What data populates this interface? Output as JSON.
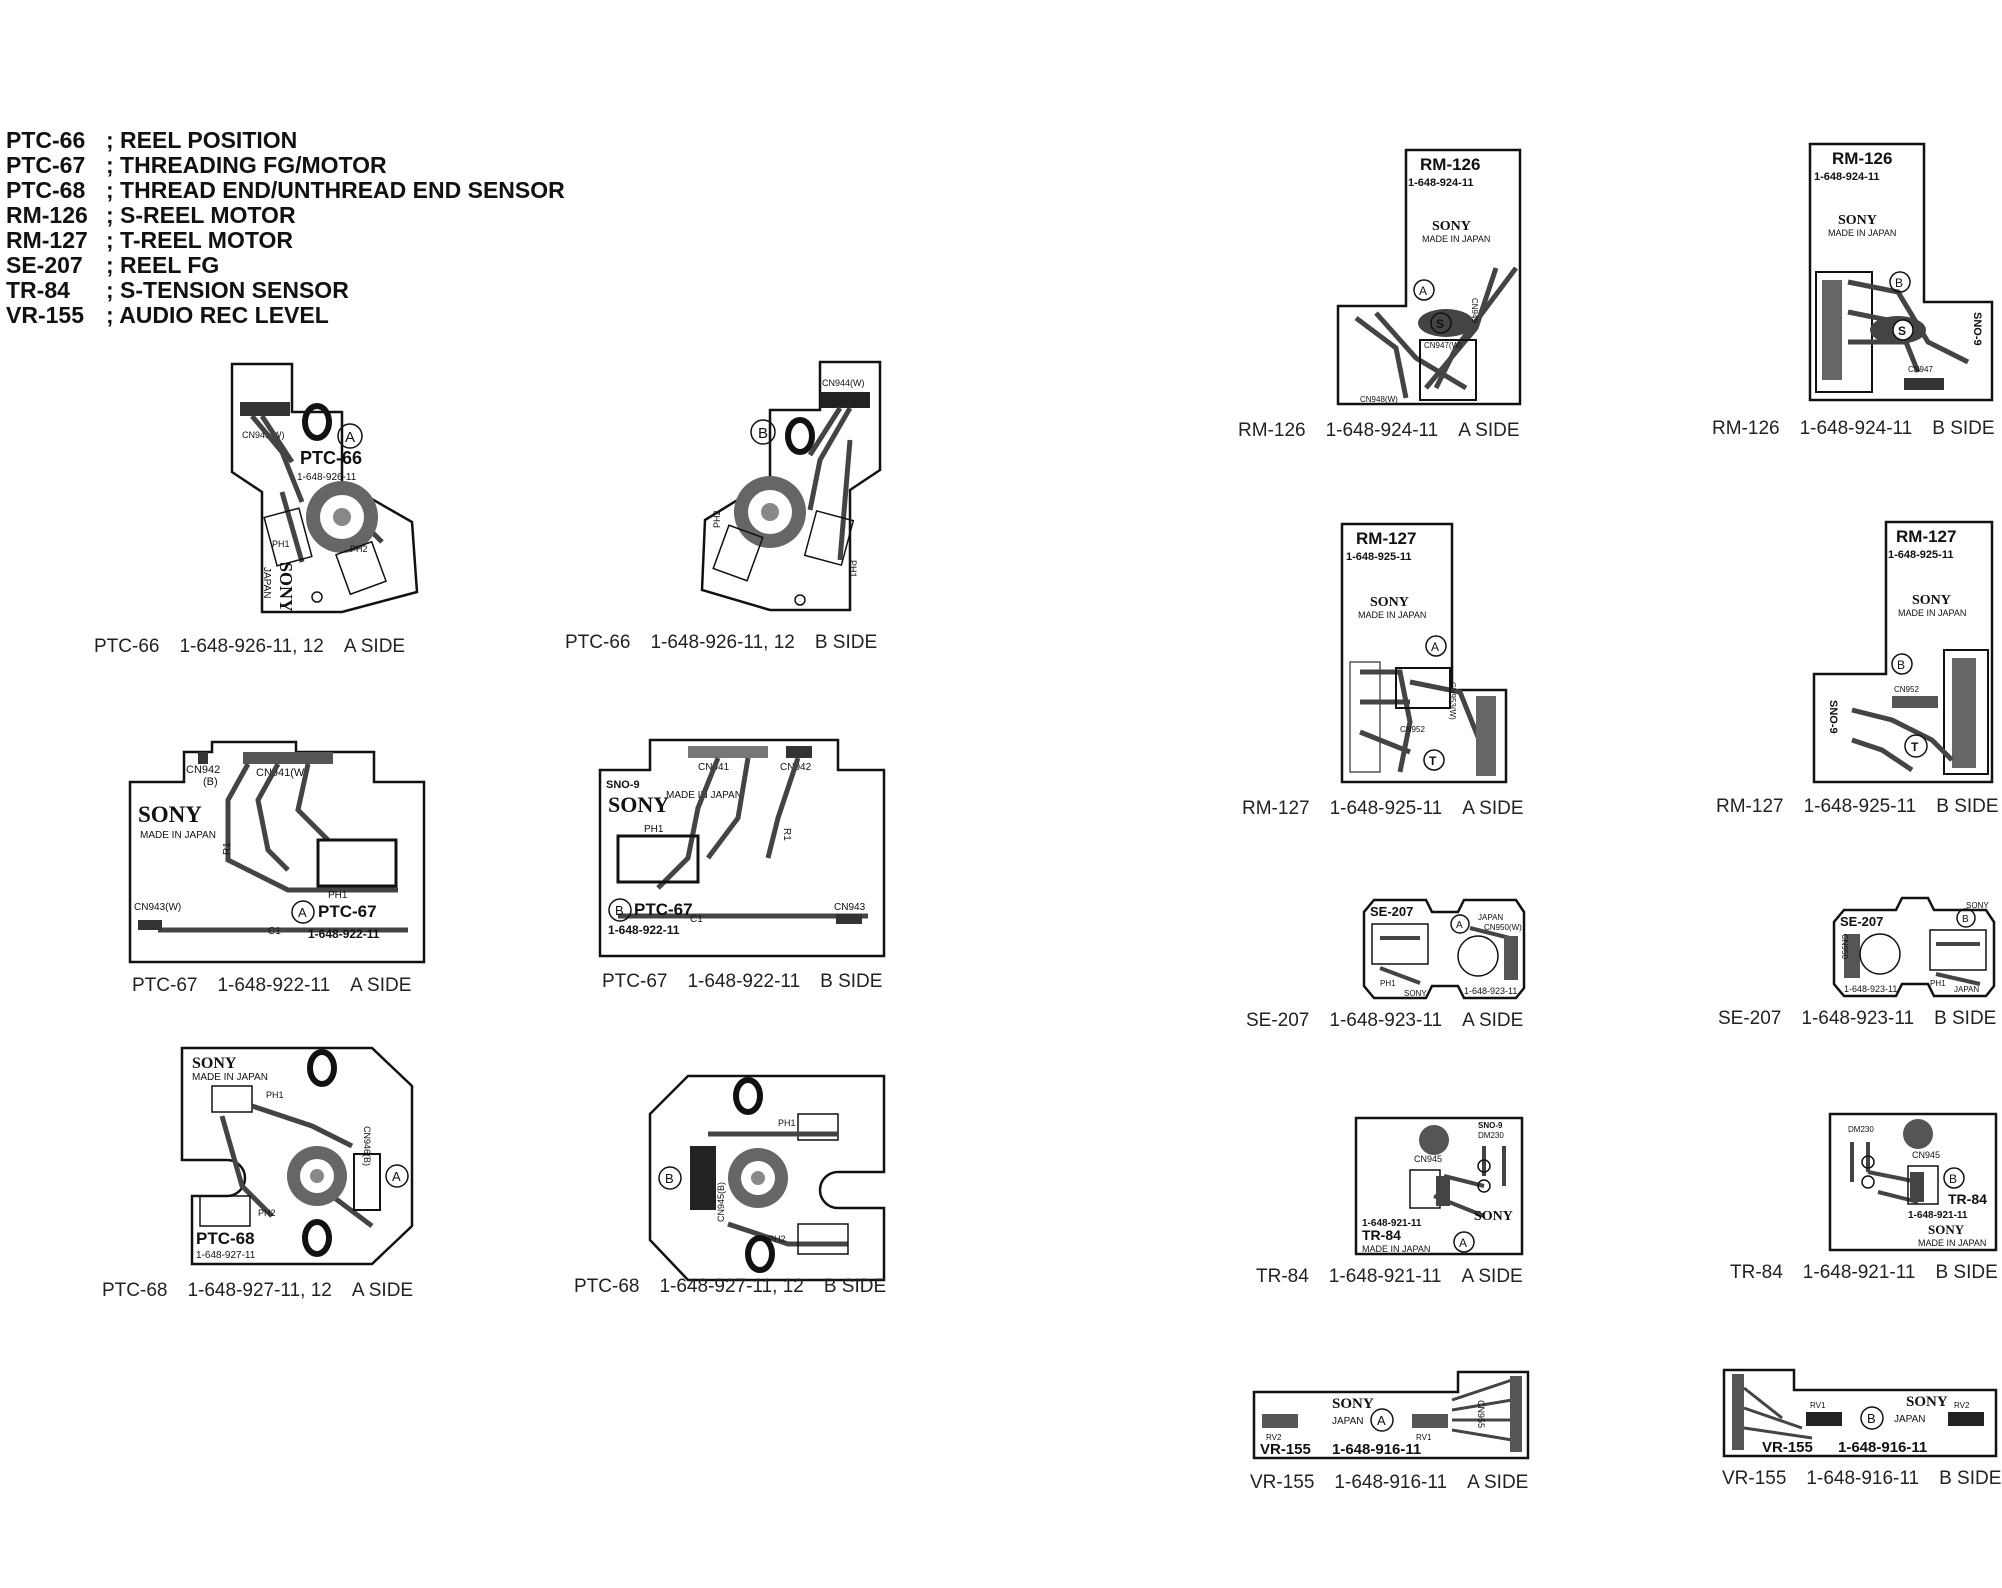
{
  "legend": [
    {
      "code": "PTC-66",
      "desc": "; REEL POSITION"
    },
    {
      "code": "PTC-67",
      "desc": "; THREADING FG/MOTOR"
    },
    {
      "code": "PTC-68",
      "desc": "; THREAD END/UNTHREAD END SENSOR"
    },
    {
      "code": "RM-126",
      "desc": "; S-REEL MOTOR"
    },
    {
      "code": "RM-127",
      "desc": "; T-REEL MOTOR"
    },
    {
      "code": "SE-207",
      "desc": "; REEL FG"
    },
    {
      "code": "TR-84",
      "desc": "; S-TENSION SENSOR"
    },
    {
      "code": "VR-155",
      "desc": "; AUDIO REC LEVEL"
    }
  ],
  "boards": {
    "ptc66a": {
      "caption": {
        "name": "PTC-66",
        "part": "1-648-926-11, 12",
        "side": "A SIDE"
      },
      "labels": {
        "title": "PTC-66",
        "part": "1-648-926-11",
        "side": "A",
        "sony": "SONY",
        "japan": "JAPAN",
        "cn": "CN941(W)",
        "ph1": "PH1",
        "ph2": "PH2"
      }
    },
    "ptc66b": {
      "caption": {
        "name": "PTC-66",
        "part": "1-648-926-11, 12",
        "side": "B SIDE"
      },
      "labels": {
        "side": "B",
        "cn": "CN944(W)",
        "ph1": "PH1",
        "ph2": "PH2"
      }
    },
    "ptc67a": {
      "caption": {
        "name": "PTC-67",
        "part": "1-648-922-11",
        "side": "A SIDE"
      },
      "labels": {
        "title": "PTC-67",
        "part": "1-648-922-11",
        "side": "A",
        "sony": "SONY",
        "made": "MADE IN JAPAN",
        "cn942": "CN942",
        "cn942b": "(B)",
        "cn941": "CN941(W)",
        "cn943": "CN943(W)",
        "r1": "R1",
        "ph1": "PH1",
        "c1": "C1"
      }
    },
    "ptc67b": {
      "caption": {
        "name": "PTC-67",
        "part": "1-648-922-11",
        "side": "B SIDE"
      },
      "labels": {
        "title": "PTC-67",
        "part": "1-648-922-11",
        "side": "B",
        "sony": "SONY",
        "made": "MADE IN JAPAN",
        "sno": "SNO-9",
        "cn941": "CN941",
        "cn942": "CN942",
        "cn943": "CN943",
        "r1": "R1",
        "ph1": "PH1",
        "c1": "C1"
      }
    },
    "ptc68a": {
      "caption": {
        "name": "PTC-68",
        "part": "1-648-927-11, 12",
        "side": "A SIDE"
      },
      "labels": {
        "title": "PTC-68",
        "part": "1-648-927-11",
        "side": "A",
        "sony": "SONY",
        "made": "MADE IN JAPAN",
        "ph1": "PH1",
        "ph2": "PH2",
        "cn": "CN946(B)"
      }
    },
    "ptc68b": {
      "caption": {
        "name": "PTC-68",
        "part": "1-648-927-11, 12",
        "side": "B SIDE"
      },
      "labels": {
        "side": "B",
        "ph1": "PH1",
        "ph2": "PH2",
        "cn": "CN945(B)"
      }
    },
    "rm126a": {
      "caption": {
        "name": "RM-126",
        "part": "1-648-924-11",
        "side": "A SIDE"
      },
      "labels": {
        "title": "RM-126",
        "part": "1-648-924-11",
        "sony": "SONY",
        "made": "MADE IN JAPAN",
        "side": "A",
        "mark": "S",
        "cn947": "CN947(W)",
        "cn948": "CN948(W)",
        "cn949": "CN949"
      }
    },
    "rm126b": {
      "caption": {
        "name": "RM-126",
        "part": "1-648-924-11",
        "side": "B SIDE"
      },
      "labels": {
        "title": "RM-126",
        "part": "1-648-924-11",
        "sony": "SONY",
        "made": "MADE IN JAPAN",
        "side": "B",
        "mark": "S",
        "sno": "SNO-9",
        "cn947": "CN947"
      }
    },
    "rm127a": {
      "caption": {
        "name": "RM-127",
        "part": "1-648-925-11",
        "side": "A SIDE"
      },
      "labels": {
        "title": "RM-127",
        "part": "1-648-925-11",
        "sony": "SONY",
        "made": "MADE IN JAPAN",
        "side": "A",
        "mark": "T",
        "cn952": "CN952",
        "cn953": "CN953(W)"
      }
    },
    "rm127b": {
      "caption": {
        "name": "RM-127",
        "part": "1-648-925-11",
        "side": "B SIDE"
      },
      "labels": {
        "title": "RM-127",
        "part": "1-648-925-11",
        "sony": "SONY",
        "made": "MADE IN JAPAN",
        "side": "B",
        "mark": "T",
        "sno": "SNO-9",
        "cn952": "CN952"
      }
    },
    "se207a": {
      "caption": {
        "name": "SE-207",
        "part": "1-648-923-11",
        "side": "A SIDE"
      },
      "labels": {
        "title": "SE-207",
        "part": "1-648-923-11",
        "side": "A",
        "sony": "SONY",
        "japan": "JAPAN",
        "cn": "CN950(W)",
        "ph1": "PH1"
      }
    },
    "se207b": {
      "caption": {
        "name": "SE-207",
        "part": "1-648-923-11",
        "side": "B SIDE"
      },
      "labels": {
        "title": "SE-207",
        "part": "1-648-923-11",
        "side": "B",
        "sony": "SONY",
        "japan": "JAPAN",
        "cn": "CN950",
        "ph1": "PH1"
      }
    },
    "tr84a": {
      "caption": {
        "name": "TR-84",
        "part": "1-648-921-11",
        "side": "A SIDE"
      },
      "labels": {
        "title": "TR-84",
        "part": "1-648-921-11",
        "sony": "SONY",
        "made": "MADE IN JAPAN",
        "side": "A",
        "sno": "SNO-9",
        "dm": "DM230",
        "cn": "CN945"
      }
    },
    "tr84b": {
      "caption": {
        "name": "TR-84",
        "part": "1-648-921-11",
        "side": "B SIDE"
      },
      "labels": {
        "title": "TR-84",
        "part": "1-648-921-11",
        "sony": "SONY",
        "made": "MADE IN JAPAN",
        "side": "B",
        "dm": "DM230",
        "cn": "CN945"
      }
    },
    "vr155a": {
      "caption": {
        "name": "VR-155",
        "part": "1-648-916-11",
        "side": "A SIDE"
      },
      "labels": {
        "title": "VR-155",
        "part": "1-648-916-11",
        "sony": "SONY",
        "japan": "JAPAN",
        "side": "A",
        "rv1": "RV1",
        "rv2": "RV2",
        "cn": "CN955"
      }
    },
    "vr155b": {
      "caption": {
        "name": "VR-155",
        "part": "1-648-916-11",
        "side": "B SIDE"
      },
      "labels": {
        "title": "VR-155",
        "part": "1-648-916-11",
        "sony": "SONY",
        "japan": "JAPAN",
        "side": "B",
        "rv1": "RV1",
        "rv2": "RV2"
      }
    }
  }
}
